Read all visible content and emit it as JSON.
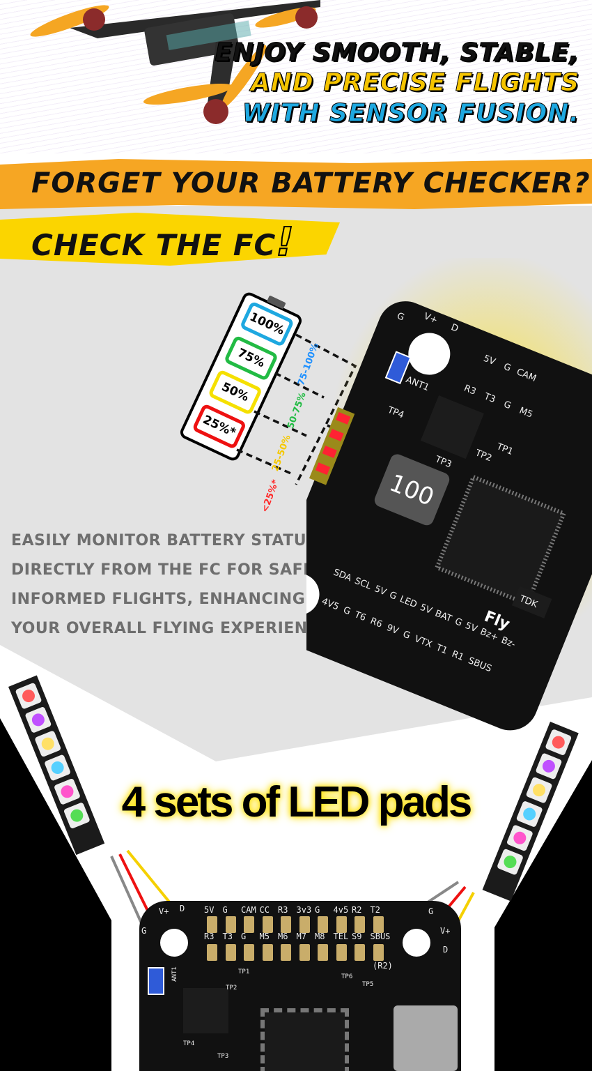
{
  "hero": {
    "line1": "ENJOY SMOOTH, STABLE,",
    "line2": "AND PRECISE FLIGHTS",
    "line3": "WITH SENSOR FUSION."
  },
  "battery_section": {
    "headline": "FORGET YOUR  BATTERY CHECKER?",
    "subheadline": "CHECK THE FC",
    "exclamation": "!",
    "levels": [
      "100%",
      "75%",
      "50%",
      "25%*"
    ],
    "ranges": [
      {
        "label": "75-100%",
        "color": "#1e90ff"
      },
      {
        "label": "50-75%",
        "color": "#22bb44"
      },
      {
        "label": "25-50%",
        "color": "#f5c800"
      },
      {
        "label": "<25%*",
        "color": "#ff2a2a"
      }
    ],
    "body_lines": [
      "EASILY MONITOR BATTERY STATU",
      "DIRECTLY FROM THE FC FOR SAFER,",
      "INFORMED FLIGHTS, ENHANCING",
      "YOUR OVERALL FLYING EXPERIENCE."
    ]
  },
  "top_board": {
    "inductor": "100",
    "labels": [
      "G",
      "V+",
      "D",
      "5V",
      "G",
      "CAM",
      "R3",
      "T3",
      "G",
      "M5",
      "ANT1",
      "TP1",
      "TP2",
      "TP3",
      "TP4",
      "SDA",
      "SCL",
      "5V",
      "G",
      "LED",
      "5V",
      "BAT",
      "G",
      "5V",
      "Bz+",
      "Bz-",
      "4V5",
      "G",
      "T6",
      "R6",
      "9V",
      "G",
      "VTX",
      "T1",
      "R1",
      "SBUS",
      "TDK",
      "Fly"
    ]
  },
  "led_section": {
    "title": "4 sets of LED pads",
    "led_colors": [
      "#ff5a5a",
      "#c050ff",
      "#ffe066",
      "#55d0ff",
      "#ff55cc",
      "#55dd55"
    ]
  },
  "bottom_board": {
    "corner_labels": [
      "V+",
      "D",
      "G",
      "G",
      "V+",
      "D"
    ],
    "row1": [
      "5V",
      "G",
      "CAM",
      "CC",
      "R3",
      "3v3",
      "G",
      "4v5",
      "R2",
      "T2"
    ],
    "row2": [
      "R3",
      "T3",
      "G",
      "M5",
      "M6",
      "M7",
      "M8",
      "TEL",
      "S9",
      "SBUS"
    ],
    "note": "(R2)",
    "parts": [
      "ANT1",
      "TP1",
      "TP2",
      "TP3",
      "TP4",
      "TP5",
      "TP6"
    ]
  },
  "colors": {
    "orange_band": "#f6a623",
    "yellow_band": "#fbd500",
    "cyan": "#1ea8e0",
    "yellow": "#f5c400",
    "gray_bg": "#e3e3e3"
  }
}
